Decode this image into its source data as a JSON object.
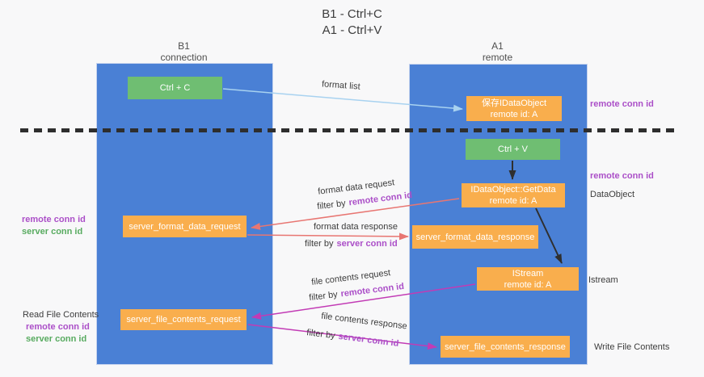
{
  "title": {
    "line1": "B1 - Ctrl+C",
    "line2": "A1 - Ctrl+V"
  },
  "columns": {
    "left": {
      "name": "B1",
      "role": "connection"
    },
    "right": {
      "name": "A1",
      "role": "remote"
    }
  },
  "boxes": {
    "ctrl_c": {
      "label": "Ctrl + C"
    },
    "ctrl_v": {
      "label": "Ctrl + V"
    },
    "save_idataobject": {
      "line1": "保存IDataObject",
      "line2": "remote id: A"
    },
    "getdata": {
      "line1": "IDataObject::GetData",
      "line2": "remote id: A"
    },
    "istream": {
      "line1": "IStream",
      "line2": "remote id: A"
    },
    "format_request": {
      "label": "server_format_data_request"
    },
    "format_response": {
      "label": "server_format_data_response"
    },
    "file_request": {
      "label": "server_file_contents_request"
    },
    "file_response": {
      "label": "server_file_contents_response"
    }
  },
  "arrow_labels": {
    "format_list": "format list",
    "format_data_request": "format data request",
    "format_filter_request": {
      "prefix": "filter by",
      "highlight": "remote conn id"
    },
    "format_data_response": "format data response",
    "format_filter_response": {
      "prefix": "filter by",
      "highlight": "server conn id"
    },
    "file_contents_request": "file contents request",
    "file_filter_request": {
      "prefix": "filter by",
      "highlight": "remote conn id"
    },
    "file_contents_response": "file contents response",
    "file_filter_response": {
      "prefix": "filter by",
      "highlight": "server conn id"
    }
  },
  "side_labels": {
    "right_remote_conn_id_1": "remote conn id",
    "right_remote_conn_id_2": "remote conn id",
    "dataobject": "DataObject",
    "istream": "Istream",
    "write_file_contents": "Write File Contents",
    "left_remote_conn_id_1": "remote conn id",
    "left_server_conn_id_1": "server conn id",
    "read_file_contents": "Read File Contents",
    "left_remote_conn_id_2": "remote conn id",
    "left_server_conn_id_2": "server conn id"
  },
  "colors": {
    "background": "#f8f8f9",
    "column_blue": "#4a80d5",
    "box_green": "#6fbe72",
    "box_orange": "#f9ae4d",
    "purple_text": "#ab4fc8",
    "green_text": "#58ab60",
    "arrow_light_blue": "#a8d2f0",
    "arrow_salmon": "#e87672",
    "arrow_magenta": "#c23bb5",
    "arrow_black": "#2f2f2f",
    "divider": "#2e2e2e"
  }
}
